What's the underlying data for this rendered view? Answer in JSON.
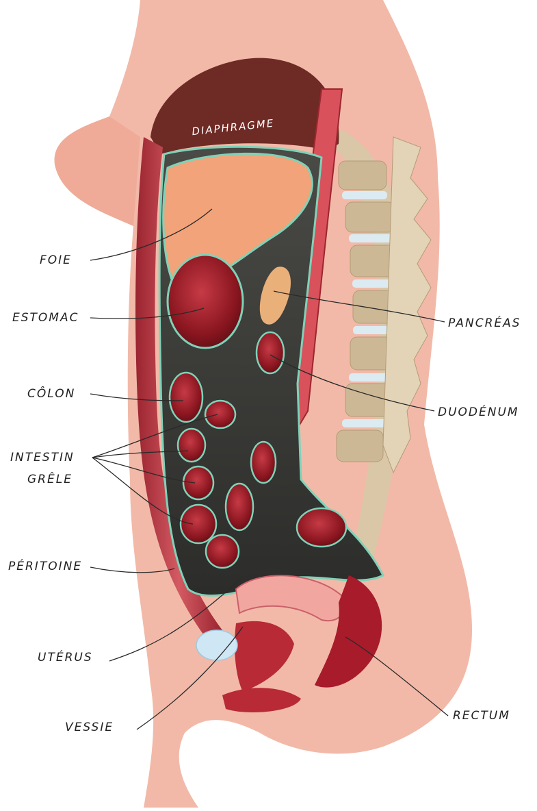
{
  "labels": {
    "diaphragme": "DIAPHRAGME",
    "foie": "FOIE",
    "estomac": "ESTOMAC",
    "colon": "CÔLON",
    "intestin_line1": "INTESTIN",
    "intestin_line2": "GRÊLE",
    "peritoine": "PÉRITOINE",
    "uterus": "UTÉRUS",
    "vessie": "VESSIE",
    "pancreas": "PANCRÉAS",
    "duodenum": "DUODÉNUM",
    "rectum": "RECTUM"
  },
  "colors": {
    "skin": "#f2b9a8",
    "muscle": "#b8323e",
    "liver": "#f2a379",
    "organ_dark_red": "#8a1620",
    "cavity": "#3a3a38",
    "peritoneum_line": "#7fd2b8",
    "bone": "#d9c7a8",
    "pancreas": "#eab07a",
    "bladder": "#cfe6f4"
  }
}
